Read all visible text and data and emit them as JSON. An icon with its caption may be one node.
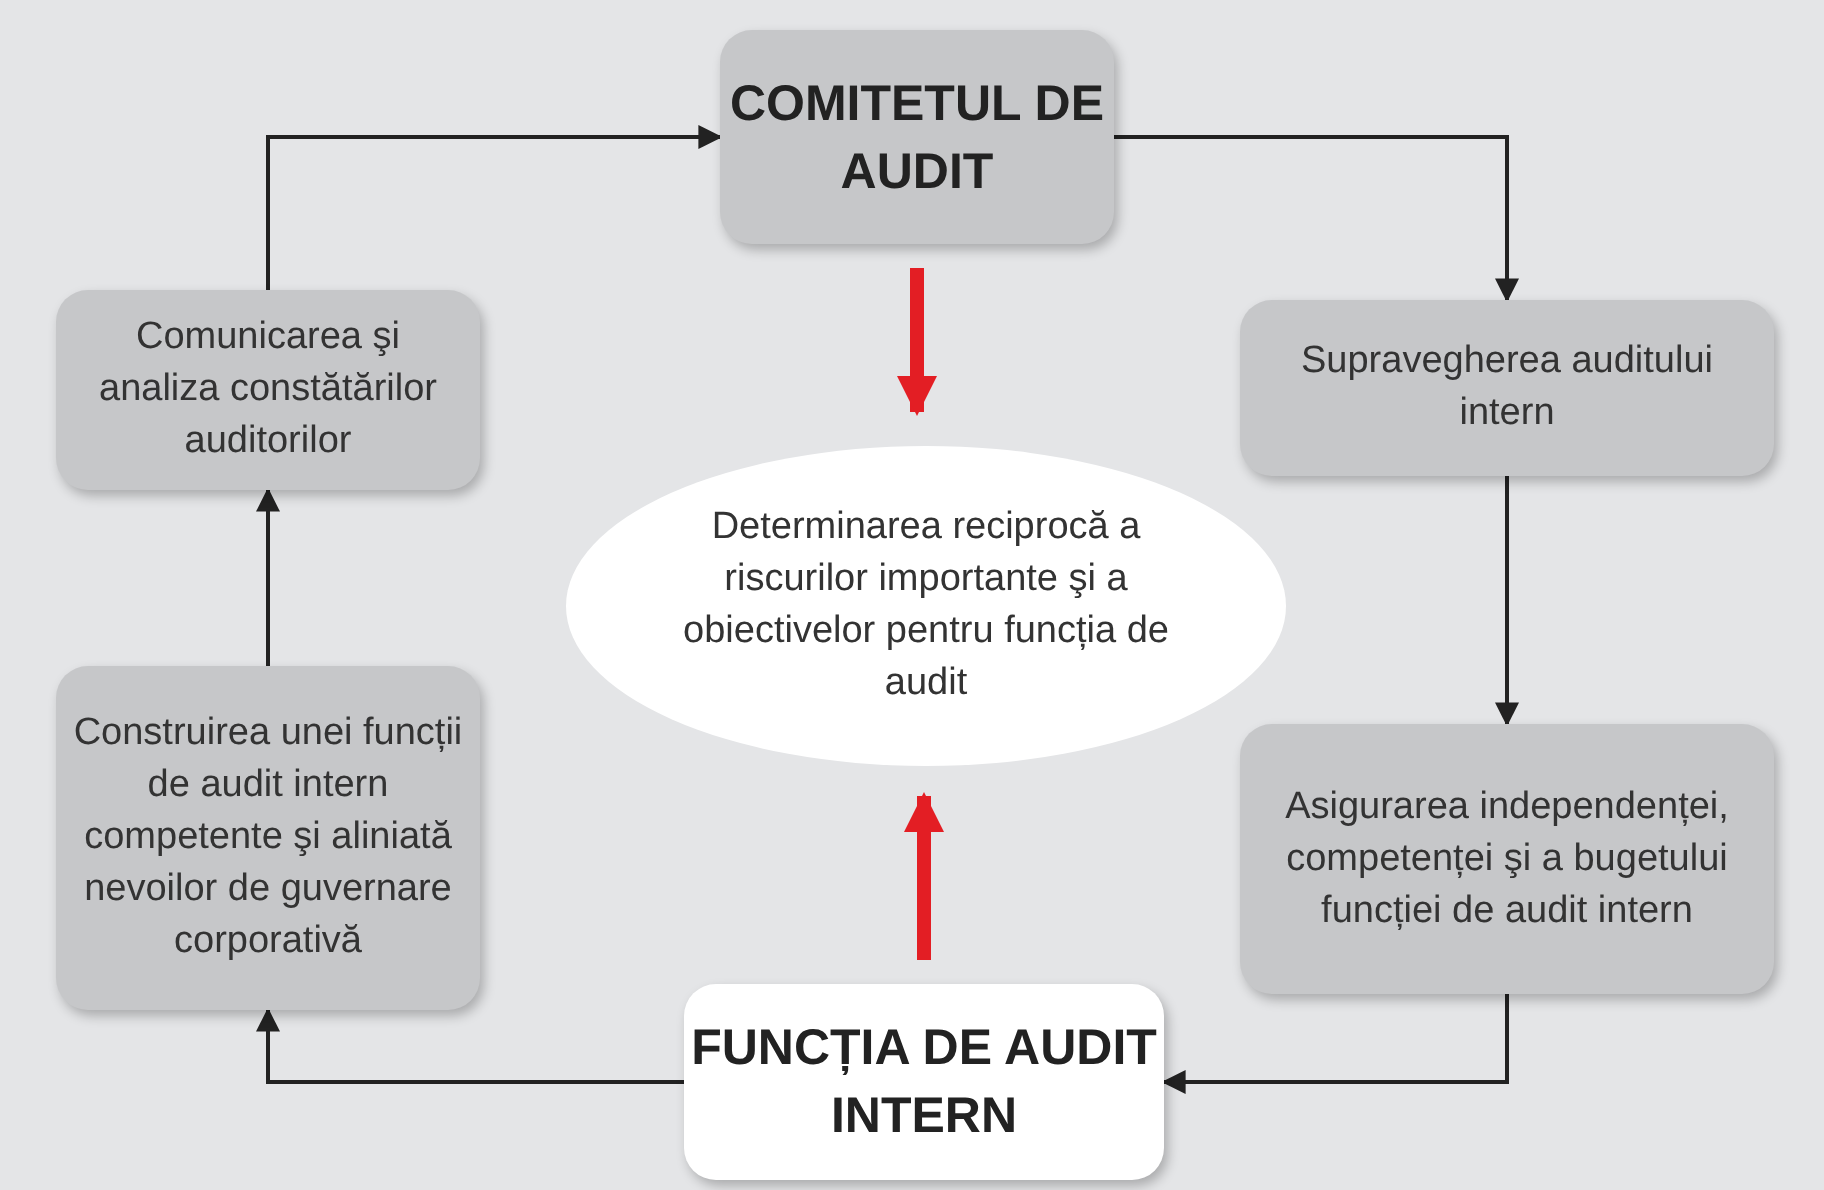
{
  "diagram": {
    "nodes": [
      {
        "text": [
          "COMITETUL DE AUDIT"
        ]
      },
      {
        "text": [
          "Comunicarea şi analiza constătărilor auditorilor"
        ]
      },
      {
        "text": [
          "Supravegherea auditului intern"
        ]
      },
      {
        "text": [
          "Determinarea reciprocă a riscurilor importante şi a obiectivelor pentru funcția de audit"
        ]
      },
      {
        "text": [
          "Construirea unei funcții de audit intern competente şi aliniată nevoilor de guvernare corporativă"
        ]
      },
      {
        "text": [
          "Asigurarea independenței, competenței şi a bugetului funcției de audit intern"
        ]
      },
      {
        "text": [
          "FUNCȚIA DE AUDIT INTERN"
        ]
      }
    ],
    "edges": [
      {
        "from": 1,
        "to": 0,
        "arrow": "to"
      },
      {
        "from": 0,
        "to": 2,
        "arrow": "to"
      },
      {
        "from": 2,
        "to": 5,
        "arrow": "to"
      },
      {
        "from": 5,
        "to": 6,
        "arrow": "to"
      },
      {
        "from": 6,
        "to": 4,
        "arrow": "to"
      },
      {
        "from": 4,
        "to": 1,
        "arrow": "to"
      },
      {
        "from": 0,
        "to": 3,
        "arrow": "to",
        "style": "thick",
        "color": "#e31e24"
      },
      {
        "from": 6,
        "to": 3,
        "arrow": "to",
        "style": "thick",
        "color": "#e31e24"
      }
    ]
  }
}
